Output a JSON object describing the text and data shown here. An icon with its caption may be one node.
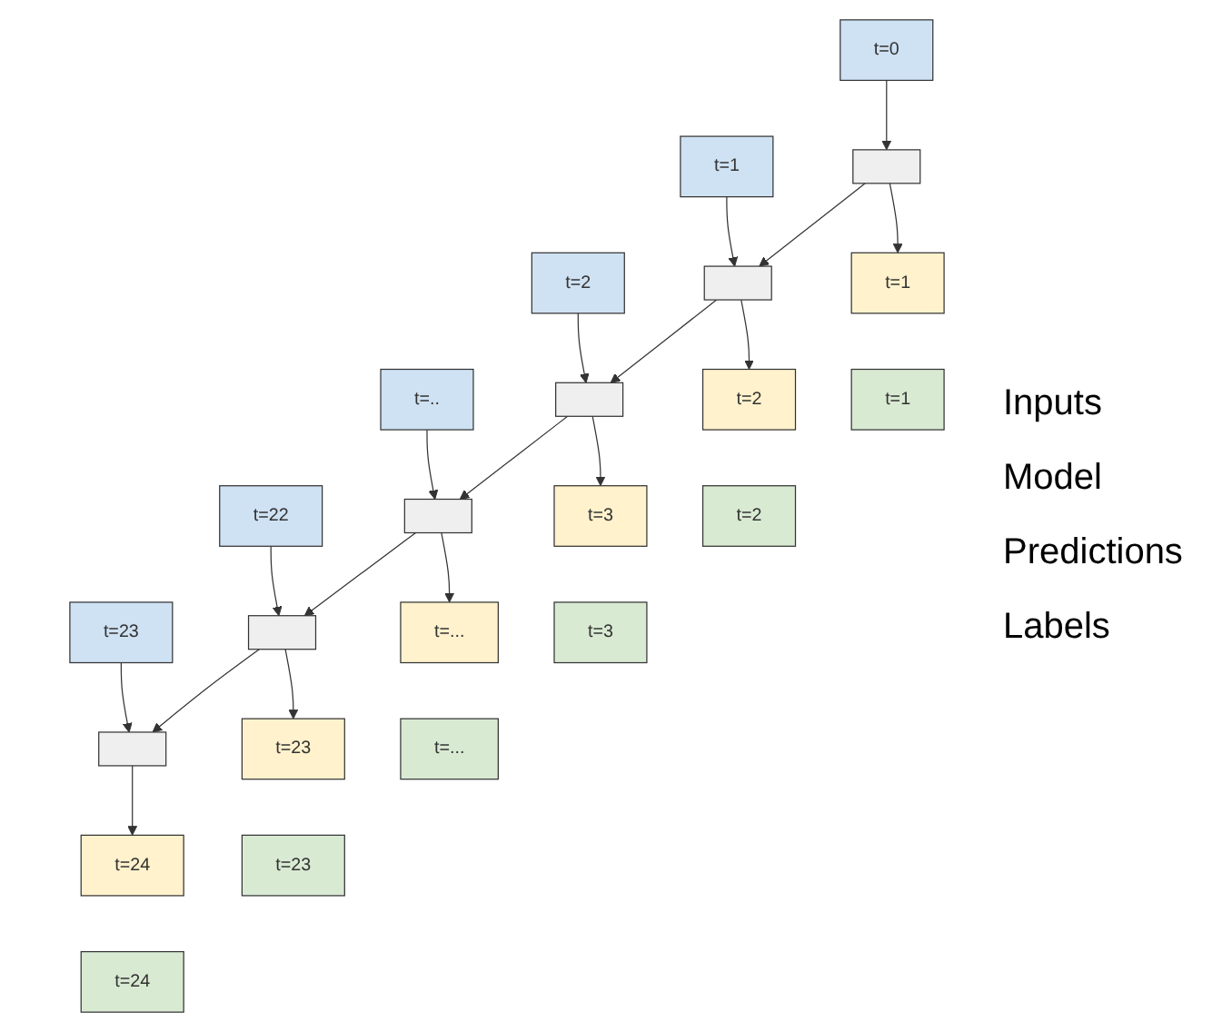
{
  "diagram": {
    "nodes": [
      {
        "text": [
          "t=0"
        ]
      },
      {
        "text": [
          "t=1"
        ]
      },
      {
        "text": [
          "t=2"
        ]
      },
      {
        "text": [
          "t=.."
        ]
      },
      {
        "text": [
          "t=22"
        ]
      },
      {
        "text": [
          "t=23"
        ]
      },
      {
        "text": [],
        "shape": "box"
      },
      {
        "text": [],
        "shape": "box"
      },
      {
        "text": [],
        "shape": "box"
      },
      {
        "text": [],
        "shape": "box"
      },
      {
        "text": [],
        "shape": "box"
      },
      {
        "text": [],
        "shape": "box"
      },
      {
        "text": [
          "t=1"
        ]
      },
      {
        "text": [
          "t=2"
        ]
      },
      {
        "text": [
          "t=3"
        ]
      },
      {
        "text": [
          "t=..."
        ]
      },
      {
        "text": [
          "t=23"
        ]
      },
      {
        "text": [
          "t=24"
        ]
      },
      {
        "text": [
          "t=1"
        ]
      },
      {
        "text": [
          "t=2"
        ]
      },
      {
        "text": [
          "t=3"
        ]
      },
      {
        "text": [
          "t=..."
        ]
      },
      {
        "text": [
          "t=23"
        ]
      },
      {
        "text": [
          "t=24"
        ]
      }
    ],
    "edges": [
      {
        "from": 0,
        "to": 6,
        "arrow": "to"
      },
      {
        "from": 1,
        "to": 7,
        "arrow": "to"
      },
      {
        "from": 2,
        "to": 8,
        "arrow": "to"
      },
      {
        "from": 3,
        "to": 9,
        "arrow": "to"
      },
      {
        "from": 4,
        "to": 10,
        "arrow": "to"
      },
      {
        "from": 5,
        "to": 11,
        "arrow": "to"
      },
      {
        "from": 6,
        "to": 7,
        "arrow": "to"
      },
      {
        "from": 7,
        "to": 8,
        "arrow": "to"
      },
      {
        "from": 8,
        "to": 9,
        "arrow": "to"
      },
      {
        "from": 9,
        "to": 10,
        "arrow": "to"
      },
      {
        "from": 10,
        "to": 11,
        "arrow": "to"
      },
      {
        "from": 6,
        "to": 12,
        "arrow": "to"
      },
      {
        "from": 7,
        "to": 13,
        "arrow": "to"
      },
      {
        "from": 8,
        "to": 14,
        "arrow": "to"
      },
      {
        "from": 9,
        "to": 15,
        "arrow": "to"
      },
      {
        "from": 10,
        "to": 16,
        "arrow": "to"
      },
      {
        "from": 11,
        "to": 17,
        "arrow": "to"
      }
    ],
    "labels": [
      "Inputs",
      "Model",
      "Predictions",
      "Labels"
    ]
  }
}
